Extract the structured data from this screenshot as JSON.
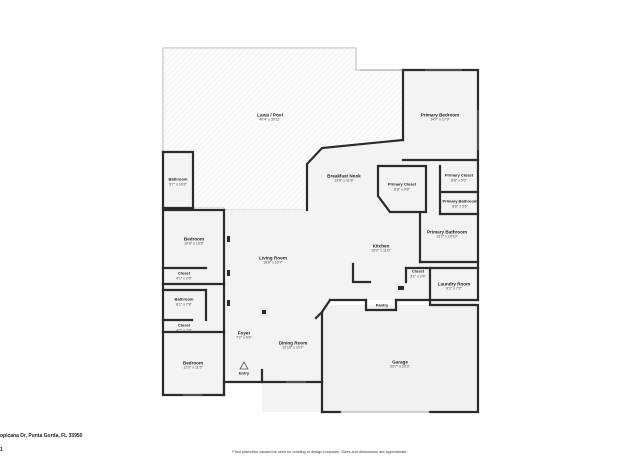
{
  "rooms": [
    {
      "id": "lanai",
      "name": "Lanai / Pool",
      "dims": "40'4\" x 30'11\""
    },
    {
      "id": "primary-bedroom",
      "name": "Primary Bedroom",
      "dims": "14'7\" x 17'9\""
    },
    {
      "id": "bathroom-1",
      "name": "Bathroom",
      "dims": "5'7\" x 10'2\""
    },
    {
      "id": "breakfast-nook",
      "name": "Breakfast Nook",
      "dims": "13'8\" x 11'8\""
    },
    {
      "id": "primary-closet-1",
      "name": "Primary Closet",
      "dims": "8'8\" x 9'8\""
    },
    {
      "id": "primary-closet-2",
      "name": "Primary Closet",
      "dims": "8'8\" x 5'0\""
    },
    {
      "id": "primary-bathroom-1",
      "name": "Primary Bathroom",
      "dims": "8'8\" x 5'6\""
    },
    {
      "id": "bedroom-1",
      "name": "Bedroom",
      "dims": "10'8\" x 10'8\""
    },
    {
      "id": "kitchen",
      "name": "Kitchen",
      "dims": "16'2\" x 11'0\""
    },
    {
      "id": "primary-bathroom-2",
      "name": "Primary Bathroom",
      "dims": "13'2\" x 10'10\""
    },
    {
      "id": "living-room",
      "name": "Living Room",
      "dims": "18'6\" x 19'7\""
    },
    {
      "id": "closet-1",
      "name": "Closet",
      "dims": "4'1\" x 2'0\""
    },
    {
      "id": "closet-2",
      "name": "Closet",
      "dims": "3'1\" x 2'4\""
    },
    {
      "id": "laundry-room",
      "name": "Laundry Room",
      "dims": "9'2\" x 7'2\""
    },
    {
      "id": "bathroom-2",
      "name": "Bathroom",
      "dims": "8'1\" x 7'8\""
    },
    {
      "id": "pantry",
      "name": "Pantry",
      "dims": ""
    },
    {
      "id": "closet-3",
      "name": "Closet",
      "dims": "4'2\" x 2'0\""
    },
    {
      "id": "foyer",
      "name": "Foyer",
      "dims": "7'2\" x 6'6\""
    },
    {
      "id": "dining-room",
      "name": "Dining Room",
      "dims": "10'10\" x 10'7\""
    },
    {
      "id": "garage",
      "name": "Garage",
      "dims": "20'7\" x 23'3\""
    },
    {
      "id": "bedroom-2",
      "name": "Bedroom",
      "dims": "12'0\" x 11'3\""
    },
    {
      "id": "entry",
      "name": "Entry",
      "dims": ""
    }
  ],
  "footer": {
    "address": "opicana Dr, Punta Gorda, FL 33950",
    "page_number": "1",
    "disclaimer": "Floor plans/two caused be used for building or design purposes. Sizes and dimensions are approximate."
  },
  "colors": {
    "wall": "#2b2b2b",
    "floor": "#f3f3f3",
    "lanai_hatch": "#dcdcdc",
    "background": "#ffffff"
  }
}
